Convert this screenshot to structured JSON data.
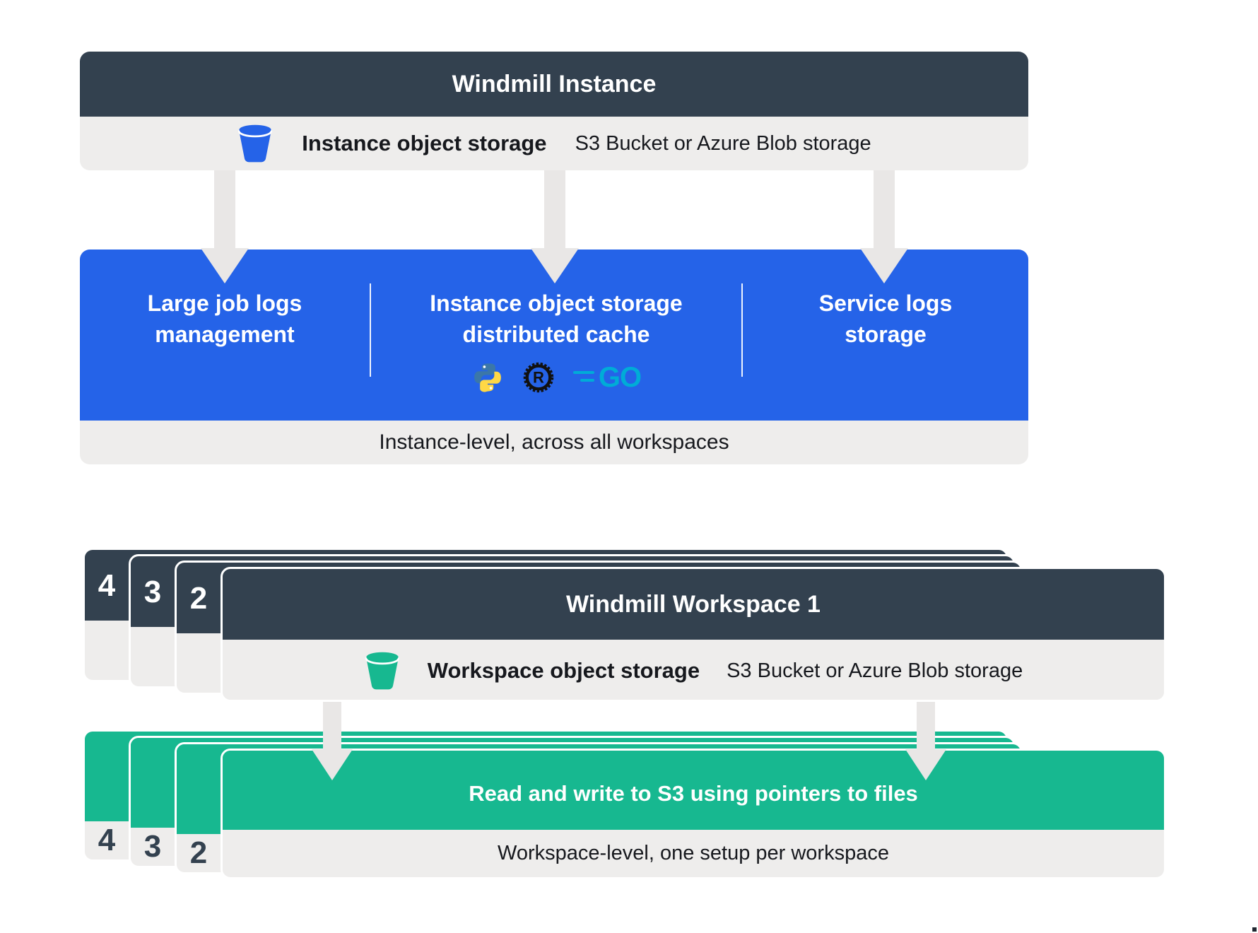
{
  "colors": {
    "slate": "#33414F",
    "blue": "#2563E8",
    "green": "#17B890",
    "panel-gray": "#EEEDEC",
    "arrow-gray": "#E9E7E6",
    "text-dark": "#16181D",
    "python-blue": "#3B77A8",
    "python-yellow": "#FFD845",
    "rust-black": "#111111",
    "go-cyan": "#00ACD7"
  },
  "instance": {
    "title": "Windmill Instance",
    "storage": {
      "icon": "bucket-icon",
      "label": "Instance object storage",
      "detail": "S3 Bucket or Azure Blob storage"
    },
    "columns": [
      {
        "line1": "Large job logs",
        "line2": "management"
      },
      {
        "line1": "Instance object storage",
        "line2": "distributed cache",
        "icons": [
          "python-icon",
          "rust-icon",
          "go-icon"
        ]
      },
      {
        "line1": "Service logs",
        "line2": "storage"
      }
    ],
    "footer": "Instance-level, across all workspaces"
  },
  "workspace": {
    "stack_numbers": [
      "4",
      "3",
      "2"
    ],
    "title": "Windmill Workspace 1",
    "storage": {
      "icon": "bucket-icon",
      "label": "Workspace object storage",
      "detail": "S3 Bucket or Azure Blob storage"
    },
    "action": "Read and write to S3 using pointers to files",
    "footer": "Workspace-level, one setup per workspace"
  },
  "logos": {
    "rust_letter": "R",
    "go_label": "GO"
  }
}
